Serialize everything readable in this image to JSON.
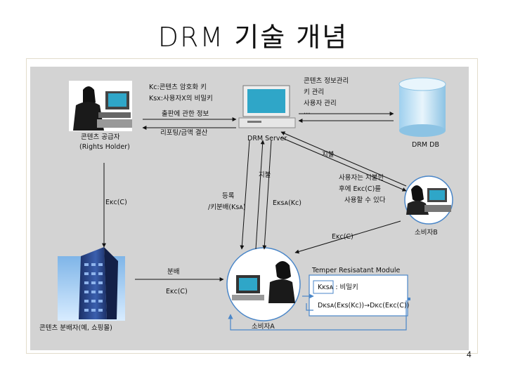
{
  "slide": {
    "title": "DRM 기술 개념",
    "page_number": "4"
  },
  "nodes": {
    "rights_holder": {
      "line1": "콘텐츠 공급자",
      "line2": "(Rights Holder)"
    },
    "drm_server": {
      "label": "DRM Server"
    },
    "drm_db": {
      "label": "DRM DB"
    },
    "distributor": {
      "label": "콘텐츠 분배자(예, 쇼핑몰)"
    },
    "consumer_a": {
      "label": "소비자A"
    },
    "consumer_b": {
      "label": "소비자B"
    },
    "tamper_module": {
      "label": "Temper Resisatant Module"
    }
  },
  "annotations": {
    "keys_line1": "Kc:콘텐츠 암호화 키",
    "keys_line2": "Ksx:사용자X의 비밀키",
    "publish_info": "출판에 관한 정보",
    "report_settle": "리포팅/금액 결산",
    "db_line1": "콘텐츠 정보관리",
    "db_line2": "키 관리",
    "db_line3": "사용자 관리",
    "db_line4": "…",
    "payment_b": "지불",
    "payment_a": "지불",
    "register_line1": "등록",
    "register_line2": "/키분배(Ksᴀ)",
    "eksa": "Eᴋsᴀ(Kc)",
    "ekc_left": "Eᴋc(C)",
    "ekc_dist": "Eᴋc(C)",
    "ekc_b": "Eᴋc(C)",
    "distribution": "분배",
    "reuse_line1": "사용자는 지불한",
    "reuse_line2": "후에 Eᴋc(C)를",
    "reuse_line3": "사용할 수 있다",
    "ksa_secret": "Kᴋsᴀ : 비밀키",
    "decrypt_formula": "Dᴋsᴀ(Eᴋs(Kc))→Dᴋc(Eᴋc(C))"
  },
  "colors": {
    "panel_background": "#d3d3d3",
    "monitor_screen": "#2fa6c8",
    "arrow": "#111111",
    "highlight_circle": "#4a86c8"
  }
}
